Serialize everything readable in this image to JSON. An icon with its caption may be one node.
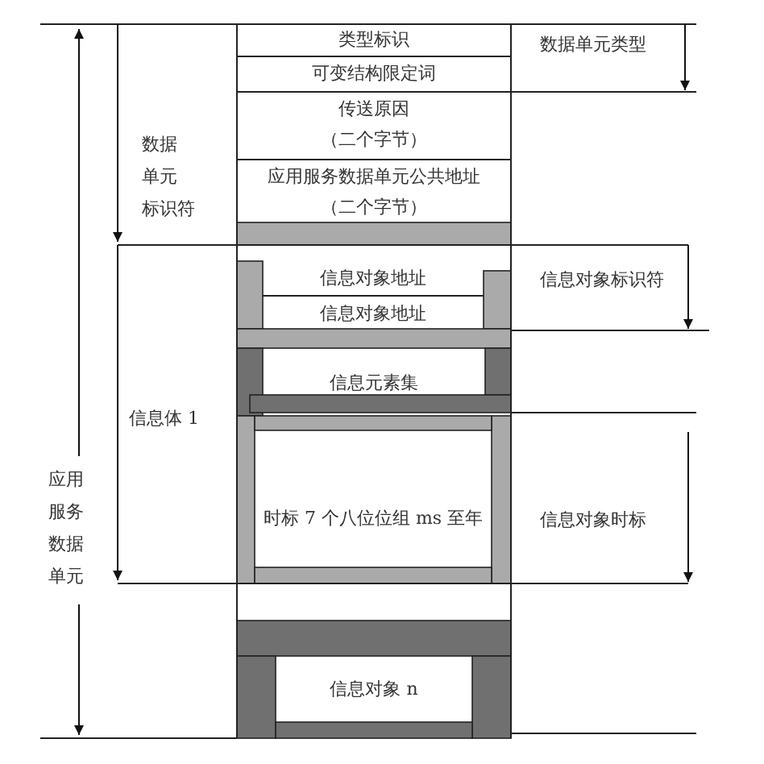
{
  "diagram": {
    "nodes": [
      {
        "text": [
          "类型标识"
        ]
      },
      {
        "text": [
          "可变结构限定词"
        ]
      },
      {
        "text": [
          "传送原因",
          "（二个字节）"
        ]
      },
      {
        "text": [
          "应用服务数据单元公共地址",
          "（二个字节）"
        ]
      },
      {
        "text": [
          "信息对象地址"
        ]
      },
      {
        "text": [
          "信息对象地址"
        ]
      },
      {
        "text": [
          "信息元素集"
        ]
      },
      {
        "text": [
          "时标 7 个八位位组 ms 至年"
        ]
      },
      {
        "text": [
          "信息对象 n"
        ]
      }
    ],
    "labels": [
      "数据单元类型",
      "数据单元标识符",
      "信息对象标识符",
      "信息体 1",
      "信息对象时标",
      "应用服务数据单元"
    ]
  }
}
